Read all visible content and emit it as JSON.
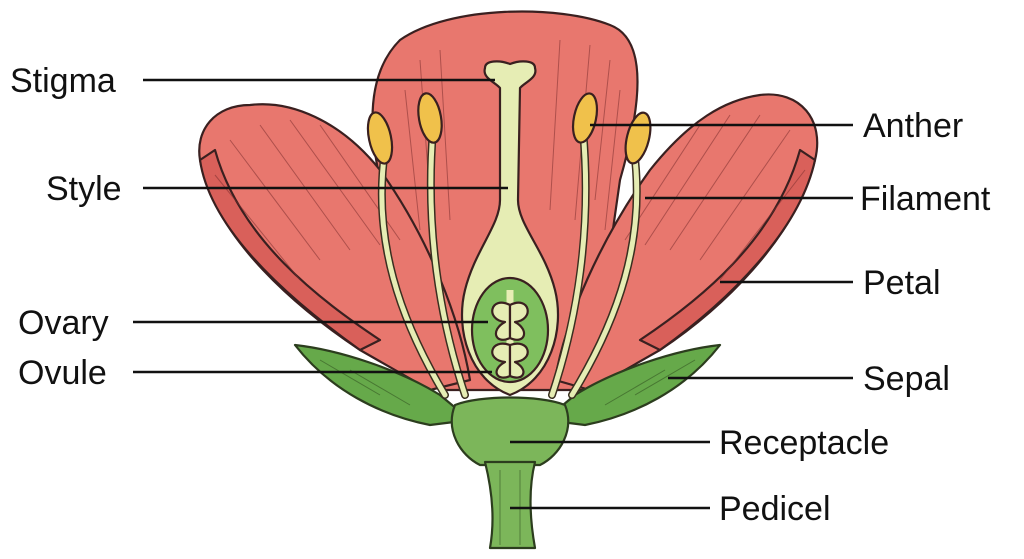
{
  "labels": {
    "stigma": "Stigma",
    "style": "Style",
    "ovary": "Ovary",
    "ovule": "Ovule",
    "anther": "Anther",
    "filament": "Filament",
    "petal": "Petal",
    "sepal": "Sepal",
    "receptacle": "Receptacle",
    "pedicel": "Pedicel"
  },
  "colors": {
    "petal": "#e8776e",
    "petal_dark": "#d9605a",
    "sepal": "#66a94a",
    "stem": "#7cb65a",
    "pistil": "#e6edb4",
    "ovary_chamber": "#7fbf5e",
    "anther": "#f0c14b",
    "filament": "#e6edb4"
  }
}
